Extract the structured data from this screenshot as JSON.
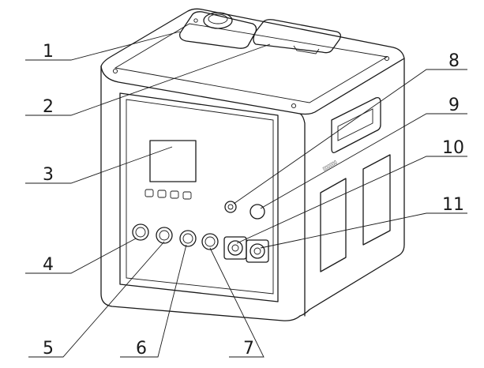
{
  "figure": {
    "callouts": [
      {
        "id": "c1",
        "label": "1"
      },
      {
        "id": "c2",
        "label": "2"
      },
      {
        "id": "c3",
        "label": "3"
      },
      {
        "id": "c4",
        "label": "4"
      },
      {
        "id": "c5",
        "label": "5"
      },
      {
        "id": "c6",
        "label": "6"
      },
      {
        "id": "c7",
        "label": "7"
      },
      {
        "id": "c8",
        "label": "8"
      },
      {
        "id": "c9",
        "label": "9"
      },
      {
        "id": "c10",
        "label": "10"
      },
      {
        "id": "c11",
        "label": "11"
      }
    ],
    "side_label": "▯▯▯▯▯▯"
  }
}
